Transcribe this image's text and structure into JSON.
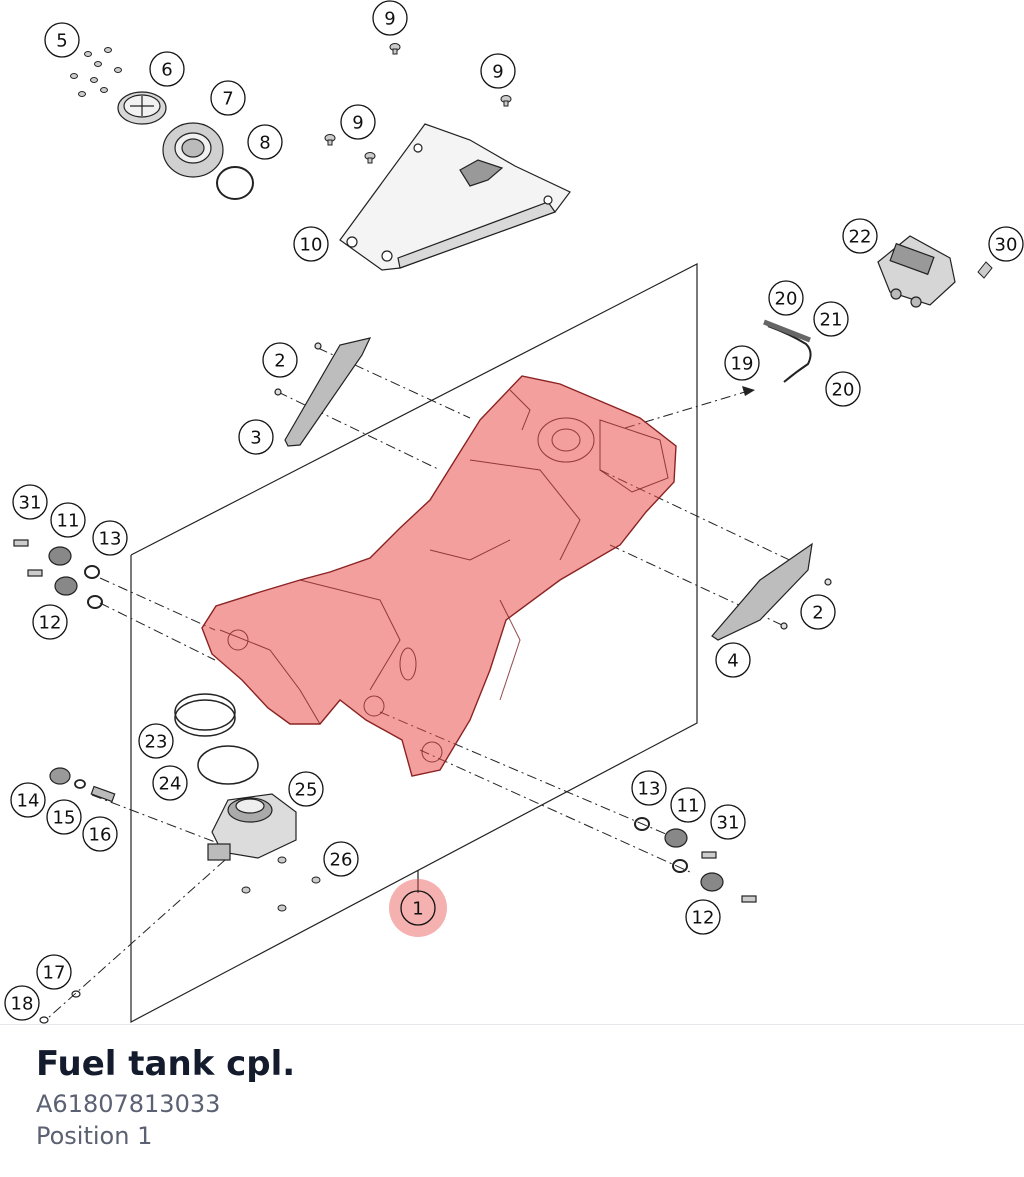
{
  "part": {
    "name": "Fuel tank cpl.",
    "number": "A61807813033",
    "position": "Position 1"
  },
  "highlight": {
    "color": "#e8504f",
    "callout": "1"
  },
  "callouts": [
    {
      "id": "c5",
      "label": "5"
    },
    {
      "id": "c6",
      "label": "6"
    },
    {
      "id": "c7",
      "label": "7"
    },
    {
      "id": "c8",
      "label": "8"
    },
    {
      "id": "c9a",
      "label": "9"
    },
    {
      "id": "c9b",
      "label": "9"
    },
    {
      "id": "c9c",
      "label": "9"
    },
    {
      "id": "c10",
      "label": "10"
    },
    {
      "id": "c22",
      "label": "22"
    },
    {
      "id": "c30",
      "label": "30"
    },
    {
      "id": "c20a",
      "label": "20"
    },
    {
      "id": "c21",
      "label": "21"
    },
    {
      "id": "c19",
      "label": "19"
    },
    {
      "id": "c20b",
      "label": "20"
    },
    {
      "id": "c2a",
      "label": "2"
    },
    {
      "id": "c3",
      "label": "3"
    },
    {
      "id": "c31a",
      "label": "31"
    },
    {
      "id": "c11a",
      "label": "11"
    },
    {
      "id": "c13a",
      "label": "13"
    },
    {
      "id": "c12a",
      "label": "12"
    },
    {
      "id": "c2b",
      "label": "2"
    },
    {
      "id": "c4",
      "label": "4"
    },
    {
      "id": "c23",
      "label": "23"
    },
    {
      "id": "c24",
      "label": "24"
    },
    {
      "id": "c25",
      "label": "25"
    },
    {
      "id": "c14",
      "label": "14"
    },
    {
      "id": "c15",
      "label": "15"
    },
    {
      "id": "c16",
      "label": "16"
    },
    {
      "id": "c26",
      "label": "26"
    },
    {
      "id": "c13b",
      "label": "13"
    },
    {
      "id": "c11b",
      "label": "11"
    },
    {
      "id": "c31b",
      "label": "31"
    },
    {
      "id": "c12b",
      "label": "12"
    },
    {
      "id": "c1",
      "label": "1"
    },
    {
      "id": "c17",
      "label": "17"
    },
    {
      "id": "c18",
      "label": "18"
    }
  ]
}
